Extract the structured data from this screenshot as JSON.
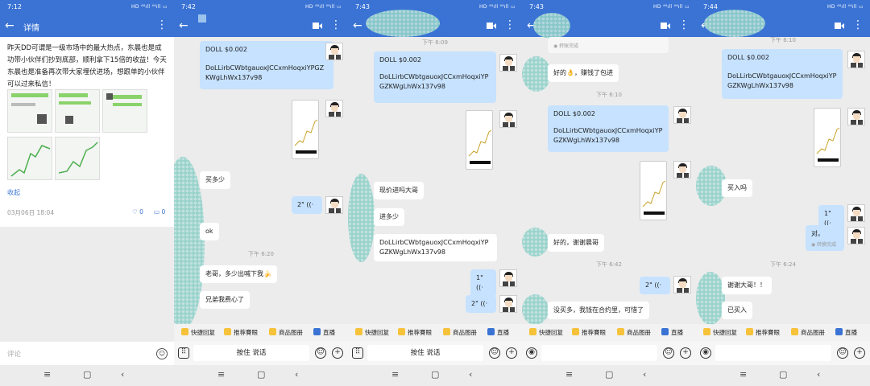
{
  "detail": {
    "status_time": "7:12",
    "title": "详情",
    "post_text": "昨天DD可谓是一级市场中的最大热点，东晨也是成功带小伙伴们抄到底部，顺利拿下15倍的收益！今天东晨也是准备再次带大家埋伏进场，想跟单的小伙伴可以过来私信！",
    "collapse": "收起",
    "date": "03月06日 18:04",
    "likes": "0",
    "comments": "0",
    "comment_placeholder": "评论"
  },
  "chats": [
    {
      "time": "7:42"
    },
    {
      "time": "7:43"
    },
    {
      "time": "7:43"
    },
    {
      "time": "7:44"
    }
  ],
  "text": {
    "doll_price": "DOLL  $0.002",
    "address": "DoLLirbCWbtgauoxJCCxmHoqxiYPGZKWgLhWx137v98",
    "address_wrap": "DoLLirbCWbtgauoxJCCxmHoqxiYPGZKWgLhWx137v98",
    "c1_m1": "买多少",
    "c1_v1": "2\"",
    "c1_m2": "ok",
    "c1_ts1": "下午 6:20",
    "c1_m3": "老哥，多少出喊下我🍌",
    "c1_m4": "兄弟我费心了",
    "c2_ts0": "下午 6:09",
    "c2_m1": "现价进吗大哥",
    "c2_m2": "进多少",
    "c2_v1": "1\"",
    "c2_v2": "2\"",
    "c3_m0": "转账完成",
    "c3_m1": "好的👌，赚钱了包进",
    "c3_ts1": "下午 6:10",
    "c3_m2": "好的，谢谢晨哥",
    "c3_ts2": "下午 6:42",
    "c3_v1": "2\"",
    "c3_m3": "没买多，我钱在合约里，可惜了",
    "c4_ts0": "下午 6:10",
    "c4_m1": "买入吗",
    "c4_v1": "1\"",
    "c4_m2": "对。",
    "c4_sub": "转换完成",
    "c4_ts1": "下午 6:24",
    "c4_m3": "谢谢大哥！！",
    "c4_m4": "已买入"
  },
  "toolbar": {
    "quick_reply": "快捷回复",
    "recommend": "推荐賽眼",
    "product": "商品图册",
    "live": "直播",
    "hold_talk": "按住 说话"
  },
  "colors": {
    "header": "#3a73d4",
    "bubble_me": "#c6e2ff",
    "bg": "#ececec"
  }
}
